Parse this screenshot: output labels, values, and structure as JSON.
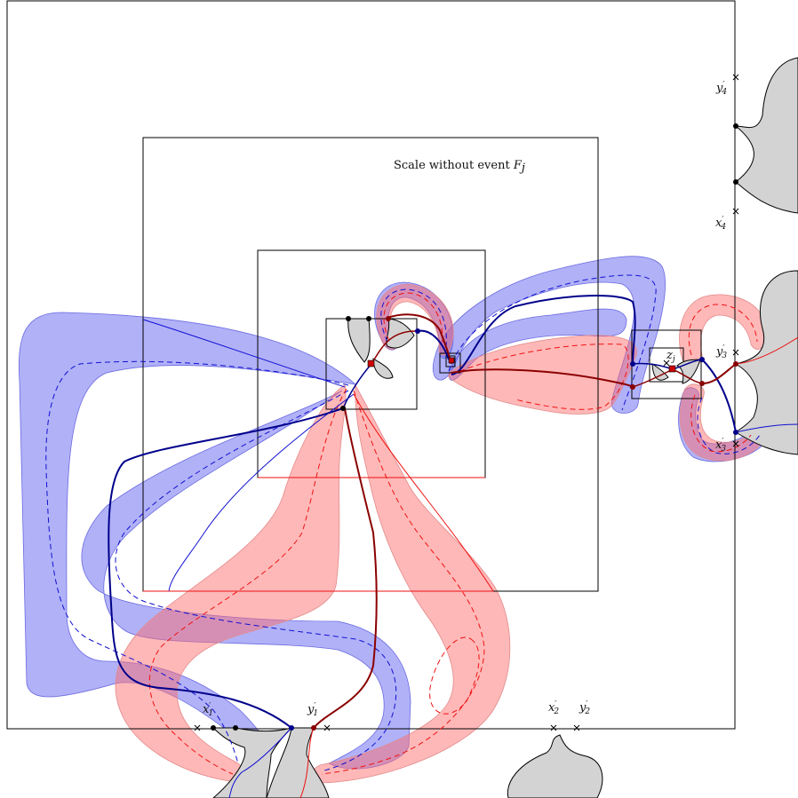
{
  "caption": {
    "text": "Scale without event ",
    "var": "F",
    "sub": "j"
  },
  "points": {
    "x1": {
      "base": "x",
      "sub": "1"
    },
    "y1": {
      "base": "y",
      "sub": "1"
    },
    "x2": {
      "base": "x",
      "sub": "2"
    },
    "y2": {
      "base": "y",
      "sub": "2"
    },
    "x3": {
      "base": "x",
      "sub": "3"
    },
    "y3": {
      "base": "y",
      "sub": "3"
    },
    "x4": {
      "base": "x",
      "sub": "4"
    },
    "y4": {
      "base": "y",
      "sub": "4"
    },
    "z": {
      "base": "z",
      "sub": "j"
    }
  },
  "prime": "′",
  "colors": {
    "blue_band": "#5c5cf0",
    "red_band": "#ff6b6b",
    "blue_line": "#00008b",
    "blue_thin": "#1010d0",
    "red_line": "#8b0000",
    "red_thin": "#ee1111",
    "gray": "#d3d3d3"
  }
}
